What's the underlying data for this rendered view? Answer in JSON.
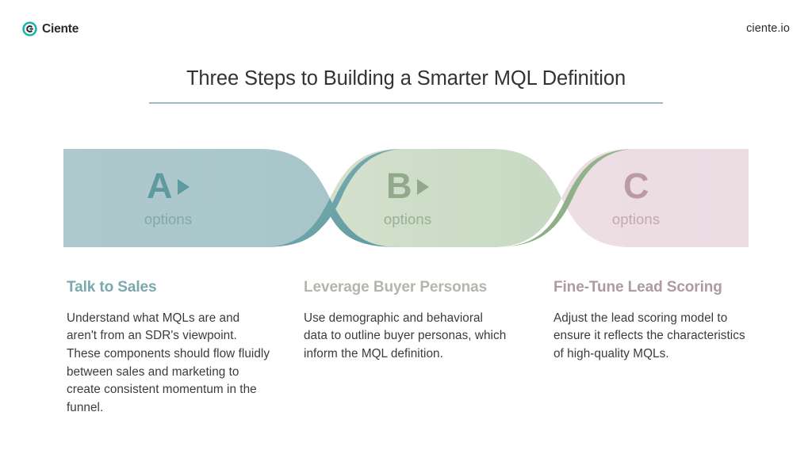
{
  "brand": {
    "logo_icon": "ciente-circle-c-icon",
    "name": "Ciente",
    "logo_color": "#19b5a8",
    "site_url": "ciente.io"
  },
  "header": {
    "title": "Three Steps to Building a Smarter MQL Definition",
    "rule_color": "#9dbcc0"
  },
  "ribbon": {
    "segments": [
      {
        "letter": "A",
        "sublabel": "options",
        "has_arrow": true,
        "fill": "#aec9cd",
        "twist_fill": "#6ba3a8",
        "letter_color": "#5e9a9f",
        "sub_color": "#80a8ac"
      },
      {
        "letter": "B",
        "sublabel": "options",
        "has_arrow": true,
        "fill": "#cddcc8",
        "twist_fill": "#8fae86",
        "letter_color": "#93a98c",
        "sub_color": "#9cae96"
      },
      {
        "letter": "C",
        "sublabel": "options",
        "has_arrow": false,
        "fill": "#ebdde2",
        "twist_fill": "#d6b9c4",
        "letter_color": "#bb9aa6",
        "sub_color": "#c3a8b2"
      }
    ]
  },
  "columns": [
    {
      "heading": "Talk to Sales",
      "heading_color": "#7aa8ad",
      "body": "Understand what MQLs are and aren't from an SDR's viewpoint. These components should flow fluidly between sales and marketing to create consistent momentum in the funnel."
    },
    {
      "heading": "Leverage Buyer Personas",
      "heading_color": "#b3b6ad",
      "body": "Use demographic and behavioral data to outline buyer personas, which inform the MQL definition."
    },
    {
      "heading": "Fine-Tune Lead Scoring",
      "heading_color": "#ad9aa2",
      "body": "Adjust the lead scoring model to ensure it reflects the characteristics of high-quality MQLs."
    }
  ]
}
